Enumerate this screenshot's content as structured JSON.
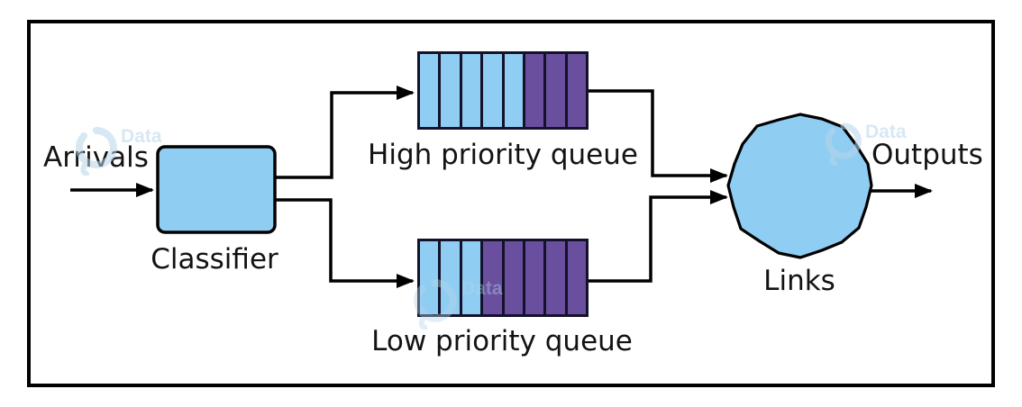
{
  "diagram": {
    "labels": {
      "arrivals": "Arrivals",
      "classifier": "Classifier",
      "links": "Links",
      "outputs": "Outputs"
    },
    "queues": {
      "high": {
        "label": "High priority queue",
        "cells": [
          "blue",
          "blue",
          "blue",
          "blue",
          "blue",
          "purple",
          "purple",
          "purple"
        ]
      },
      "low": {
        "label": "Low priority queue",
        "cells": [
          "blue",
          "blue",
          "blue",
          "purple",
          "purple",
          "purple",
          "purple",
          "purple"
        ]
      }
    },
    "watermark": {
      "text": "Data"
    },
    "palette": {
      "light_blue": "#8FCDF2",
      "purple": "#6A4F9E",
      "cell_border": "#14112b",
      "line_black": "#000000",
      "watermark_blue": "#b7d6ea"
    }
  }
}
